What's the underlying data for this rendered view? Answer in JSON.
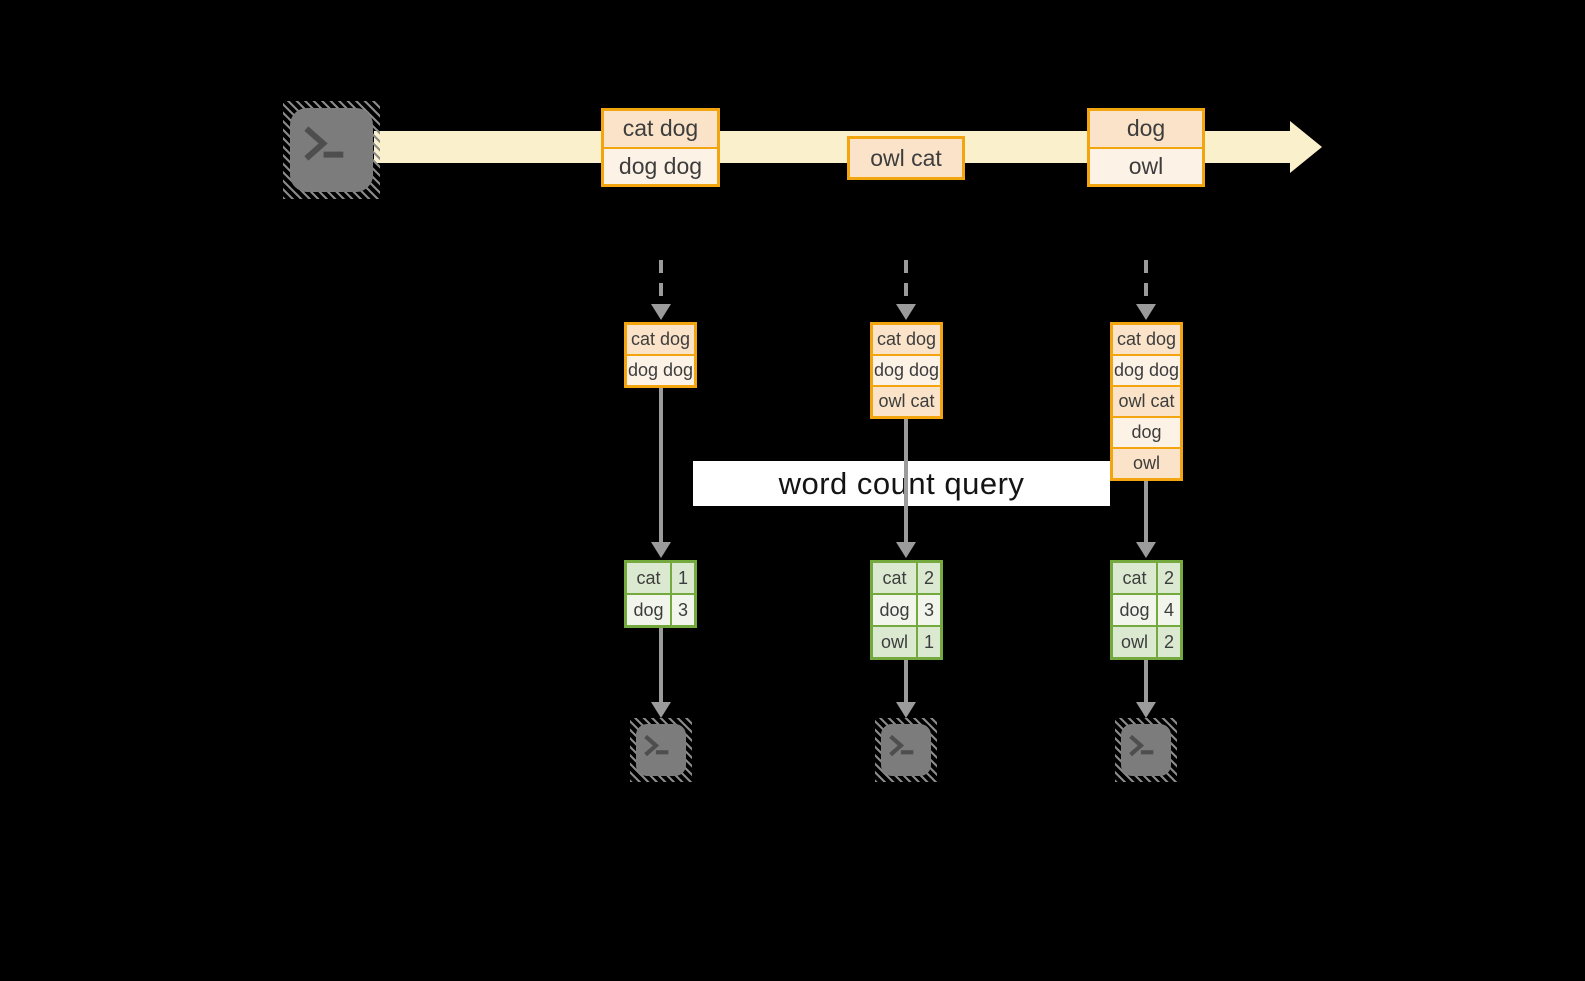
{
  "colors": {
    "background": "#000000",
    "orange_border": "#F2A50F",
    "orange_fill_dark": "#FAE3C8",
    "orange_fill_light": "#FDF2E6",
    "stream_band": "#FAF0CC",
    "green_border": "#74A93D",
    "green_fill_dark": "#DCE9D1",
    "green_fill_light": "#F2F5EC",
    "arrow_gray": "#9B9B9B",
    "icon_gray": "#7C7C7C",
    "text_dark": "#3D3D3D",
    "query_bg": "#FFFFFF",
    "query_text": "#141414"
  },
  "icons": {
    "terminal_prompt": "❯_"
  },
  "query": {
    "label": "word count query"
  },
  "stream": {
    "batches": [
      {
        "lines": [
          "cat dog",
          "dog dog"
        ]
      },
      {
        "lines": [
          "owl cat"
        ]
      },
      {
        "lines": [
          "dog",
          "owl"
        ]
      }
    ]
  },
  "columns": [
    {
      "state": [
        "cat dog",
        "dog dog"
      ],
      "counts": [
        {
          "word": "cat",
          "count": "1"
        },
        {
          "word": "dog",
          "count": "3"
        }
      ]
    },
    {
      "state": [
        "cat dog",
        "dog dog",
        "owl cat"
      ],
      "counts": [
        {
          "word": "cat",
          "count": "2"
        },
        {
          "word": "dog",
          "count": "3"
        },
        {
          "word": "owl",
          "count": "1"
        }
      ]
    },
    {
      "state": [
        "cat dog",
        "dog dog",
        "owl cat",
        "dog",
        "owl"
      ],
      "counts": [
        {
          "word": "cat",
          "count": "2"
        },
        {
          "word": "dog",
          "count": "4"
        },
        {
          "word": "owl",
          "count": "2"
        }
      ]
    }
  ]
}
